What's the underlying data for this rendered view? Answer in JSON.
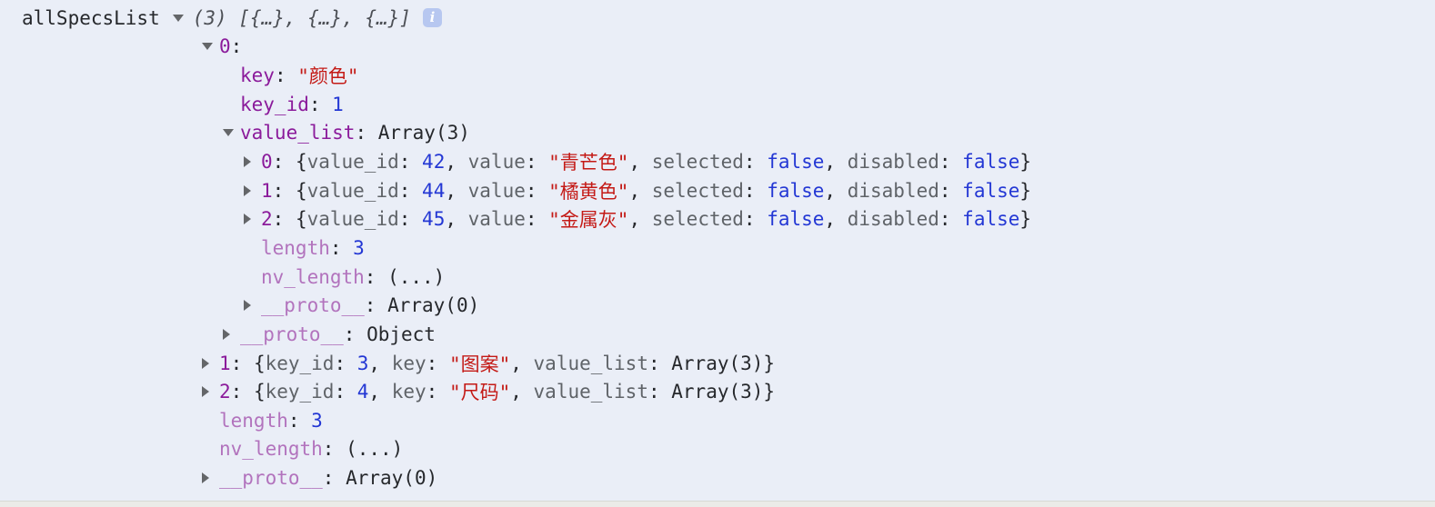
{
  "colors": {
    "bg": "#eaeef7",
    "plain": "#26282c",
    "key": "#8b1b9b",
    "faded_key": "#b273bd",
    "preview_key": "#5f6368",
    "string": "#c41a16",
    "number": "#2337d4",
    "boolean": "#2337d4",
    "preview": "#4c4f55",
    "arrow": "#646669",
    "icon_bg": "#b7c7f0",
    "icon_fg": "#ffffff",
    "strip_bg": "#ebebe8",
    "strip_border": "#d7d9d4"
  },
  "header": {
    "variable_name": "allSpecsList",
    "preview": "(3) [{…}, {…}, {…}]",
    "info_glyph": "i"
  },
  "tree": {
    "rows": [
      {
        "indent": 1,
        "arrow": "down",
        "segments": [
          {
            "t": "key",
            "v": "0"
          },
          {
            "t": "plain",
            "v": ":"
          }
        ]
      },
      {
        "indent": 2,
        "arrow": "none",
        "segments": [
          {
            "t": "key",
            "v": "key"
          },
          {
            "t": "plain",
            "v": ": "
          },
          {
            "t": "str",
            "v": "\"颜色\""
          }
        ]
      },
      {
        "indent": 2,
        "arrow": "none",
        "segments": [
          {
            "t": "key",
            "v": "key_id"
          },
          {
            "t": "plain",
            "v": ": "
          },
          {
            "t": "num",
            "v": "1"
          }
        ]
      },
      {
        "indent": 2,
        "arrow": "down",
        "segments": [
          {
            "t": "key",
            "v": "value_list"
          },
          {
            "t": "plain",
            "v": ": "
          },
          {
            "t": "plain",
            "v": "Array(3)"
          }
        ]
      },
      {
        "indent": 3,
        "arrow": "right",
        "segments": [
          {
            "t": "key",
            "v": "0"
          },
          {
            "t": "plain",
            "v": ": {"
          },
          {
            "t": "gkey",
            "v": "value_id"
          },
          {
            "t": "plain",
            "v": ": "
          },
          {
            "t": "num",
            "v": "42"
          },
          {
            "t": "plain",
            "v": ", "
          },
          {
            "t": "gkey",
            "v": "value"
          },
          {
            "t": "plain",
            "v": ": "
          },
          {
            "t": "str",
            "v": "\"青芒色\""
          },
          {
            "t": "plain",
            "v": ", "
          },
          {
            "t": "gkey",
            "v": "selected"
          },
          {
            "t": "plain",
            "v": ": "
          },
          {
            "t": "bool",
            "v": "false"
          },
          {
            "t": "plain",
            "v": ", "
          },
          {
            "t": "gkey",
            "v": "disabled"
          },
          {
            "t": "plain",
            "v": ": "
          },
          {
            "t": "bool",
            "v": "false"
          },
          {
            "t": "plain",
            "v": "}"
          }
        ]
      },
      {
        "indent": 3,
        "arrow": "right",
        "segments": [
          {
            "t": "key",
            "v": "1"
          },
          {
            "t": "plain",
            "v": ": {"
          },
          {
            "t": "gkey",
            "v": "value_id"
          },
          {
            "t": "plain",
            "v": ": "
          },
          {
            "t": "num",
            "v": "44"
          },
          {
            "t": "plain",
            "v": ", "
          },
          {
            "t": "gkey",
            "v": "value"
          },
          {
            "t": "plain",
            "v": ": "
          },
          {
            "t": "str",
            "v": "\"橘黄色\""
          },
          {
            "t": "plain",
            "v": ", "
          },
          {
            "t": "gkey",
            "v": "selected"
          },
          {
            "t": "plain",
            "v": ": "
          },
          {
            "t": "bool",
            "v": "false"
          },
          {
            "t": "plain",
            "v": ", "
          },
          {
            "t": "gkey",
            "v": "disabled"
          },
          {
            "t": "plain",
            "v": ": "
          },
          {
            "t": "bool",
            "v": "false"
          },
          {
            "t": "plain",
            "v": "}"
          }
        ]
      },
      {
        "indent": 3,
        "arrow": "right",
        "segments": [
          {
            "t": "key",
            "v": "2"
          },
          {
            "t": "plain",
            "v": ": {"
          },
          {
            "t": "gkey",
            "v": "value_id"
          },
          {
            "t": "plain",
            "v": ": "
          },
          {
            "t": "num",
            "v": "45"
          },
          {
            "t": "plain",
            "v": ", "
          },
          {
            "t": "gkey",
            "v": "value"
          },
          {
            "t": "plain",
            "v": ": "
          },
          {
            "t": "str",
            "v": "\"金属灰\""
          },
          {
            "t": "plain",
            "v": ", "
          },
          {
            "t": "gkey",
            "v": "selected"
          },
          {
            "t": "plain",
            "v": ": "
          },
          {
            "t": "bool",
            "v": "false"
          },
          {
            "t": "plain",
            "v": ", "
          },
          {
            "t": "gkey",
            "v": "disabled"
          },
          {
            "t": "plain",
            "v": ": "
          },
          {
            "t": "bool",
            "v": "false"
          },
          {
            "t": "plain",
            "v": "}"
          }
        ]
      },
      {
        "indent": 3,
        "arrow": "none",
        "segments": [
          {
            "t": "fkey",
            "v": "length"
          },
          {
            "t": "plain",
            "v": ": "
          },
          {
            "t": "num",
            "v": "3"
          }
        ]
      },
      {
        "indent": 3,
        "arrow": "none",
        "segments": [
          {
            "t": "fkey",
            "v": "nv_length"
          },
          {
            "t": "plain",
            "v": ": "
          },
          {
            "t": "getter",
            "v": "(...)"
          }
        ]
      },
      {
        "indent": 3,
        "arrow": "right",
        "segments": [
          {
            "t": "fkey",
            "v": "__proto__"
          },
          {
            "t": "plain",
            "v": ": "
          },
          {
            "t": "plain",
            "v": "Array(0)"
          }
        ]
      },
      {
        "indent": 2,
        "arrow": "right",
        "segments": [
          {
            "t": "fkey",
            "v": "__proto__"
          },
          {
            "t": "plain",
            "v": ": "
          },
          {
            "t": "plain",
            "v": "Object"
          }
        ]
      },
      {
        "indent": 1,
        "arrow": "right",
        "segments": [
          {
            "t": "key",
            "v": "1"
          },
          {
            "t": "plain",
            "v": ": {"
          },
          {
            "t": "gkey",
            "v": "key_id"
          },
          {
            "t": "plain",
            "v": ": "
          },
          {
            "t": "num",
            "v": "3"
          },
          {
            "t": "plain",
            "v": ", "
          },
          {
            "t": "gkey",
            "v": "key"
          },
          {
            "t": "plain",
            "v": ": "
          },
          {
            "t": "str",
            "v": "\"图案\""
          },
          {
            "t": "plain",
            "v": ", "
          },
          {
            "t": "gkey",
            "v": "value_list"
          },
          {
            "t": "plain",
            "v": ": "
          },
          {
            "t": "plain",
            "v": "Array(3)}"
          }
        ]
      },
      {
        "indent": 1,
        "arrow": "right",
        "segments": [
          {
            "t": "key",
            "v": "2"
          },
          {
            "t": "plain",
            "v": ": {"
          },
          {
            "t": "gkey",
            "v": "key_id"
          },
          {
            "t": "plain",
            "v": ": "
          },
          {
            "t": "num",
            "v": "4"
          },
          {
            "t": "plain",
            "v": ", "
          },
          {
            "t": "gkey",
            "v": "key"
          },
          {
            "t": "plain",
            "v": ": "
          },
          {
            "t": "str",
            "v": "\"尺码\""
          },
          {
            "t": "plain",
            "v": ", "
          },
          {
            "t": "gkey",
            "v": "value_list"
          },
          {
            "t": "plain",
            "v": ": "
          },
          {
            "t": "plain",
            "v": "Array(3)}"
          }
        ]
      },
      {
        "indent": 1,
        "arrow": "none",
        "segments": [
          {
            "t": "fkey",
            "v": "length"
          },
          {
            "t": "plain",
            "v": ": "
          },
          {
            "t": "num",
            "v": "3"
          }
        ]
      },
      {
        "indent": 1,
        "arrow": "none",
        "segments": [
          {
            "t": "fkey",
            "v": "nv_length"
          },
          {
            "t": "plain",
            "v": ": "
          },
          {
            "t": "getter",
            "v": "(...)"
          }
        ]
      },
      {
        "indent": 1,
        "arrow": "right",
        "segments": [
          {
            "t": "fkey",
            "v": "__proto__"
          },
          {
            "t": "plain",
            "v": ": "
          },
          {
            "t": "plain",
            "v": "Array(0)"
          }
        ]
      }
    ]
  }
}
